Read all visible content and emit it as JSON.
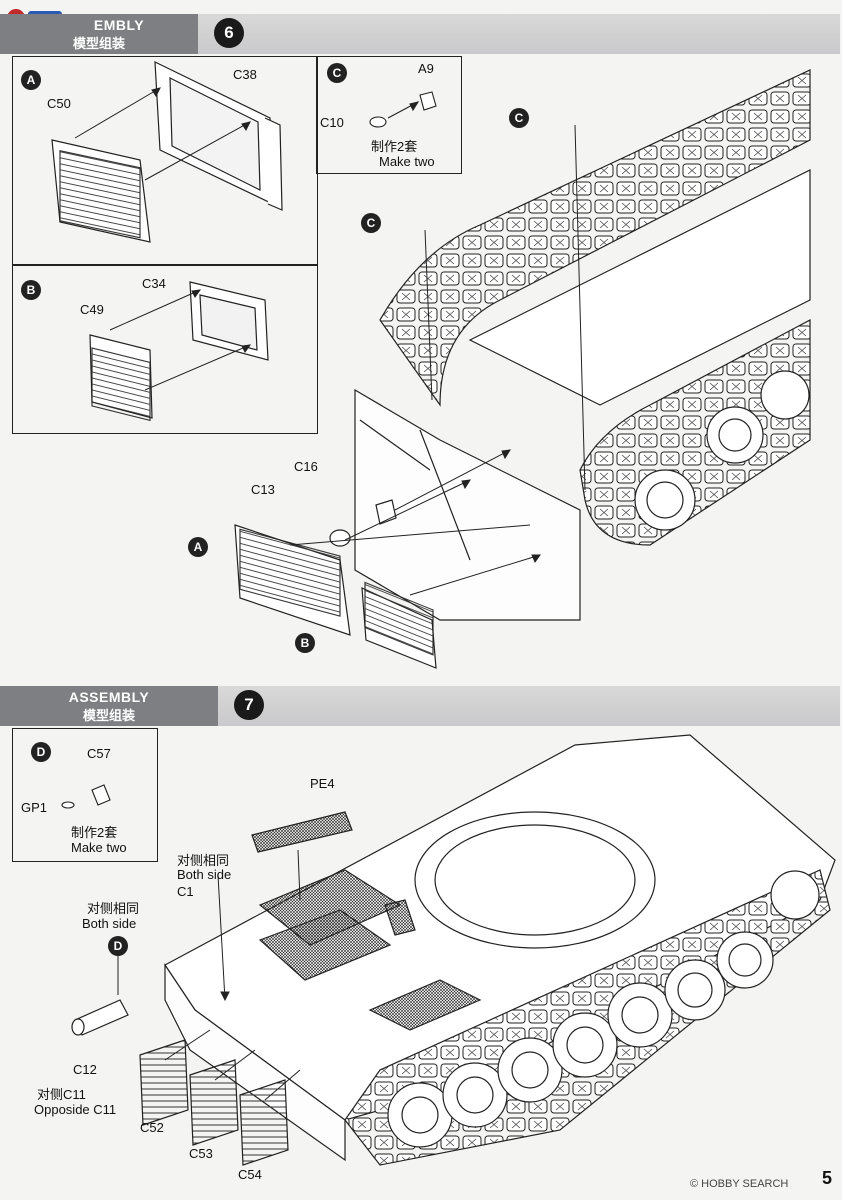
{
  "logo": {
    "name": "hobbyshop-logo-icon"
  },
  "step6": {
    "header_en": "ASSEMBLY",
    "header_visible_en": "EMBLY",
    "header_cn": "模型组装",
    "number": "6",
    "box_a": {
      "tag": "A",
      "parts": [
        "C50",
        "C38"
      ]
    },
    "box_b": {
      "tag": "B",
      "parts": [
        "C34",
        "C49"
      ]
    },
    "box_c": {
      "tag": "C",
      "parts": [
        "A9",
        "C10"
      ],
      "note_cn": "制作2套",
      "note_en": "Make two"
    },
    "callouts": [
      {
        "tag": "C"
      },
      {
        "tag": "C"
      },
      {
        "tag": "A"
      },
      {
        "tag": "B"
      }
    ],
    "parts_main": [
      "C16",
      "C13"
    ]
  },
  "step7": {
    "header_en": "ASSEMBLY",
    "header_cn": "模型组装",
    "number": "7",
    "box_d": {
      "tag": "D",
      "parts": [
        "C57",
        "GP1"
      ],
      "note_cn": "制作2套",
      "note_en": "Make two"
    },
    "pe4": "PE4",
    "c1_note_cn": "对侧相同",
    "c1_note_en": "Both side",
    "c1": "C1",
    "d_note_cn": "对侧相同",
    "d_note_en": "Both side",
    "d_tag": "D",
    "c12": "C12",
    "c11_note_cn": "对侧C11",
    "c11_note_en": "Opposide C11",
    "c52": "C52",
    "c53": "C53",
    "c54": "C54"
  },
  "footer": {
    "watermark": "© HOBBY SEARCH",
    "page": "5"
  }
}
